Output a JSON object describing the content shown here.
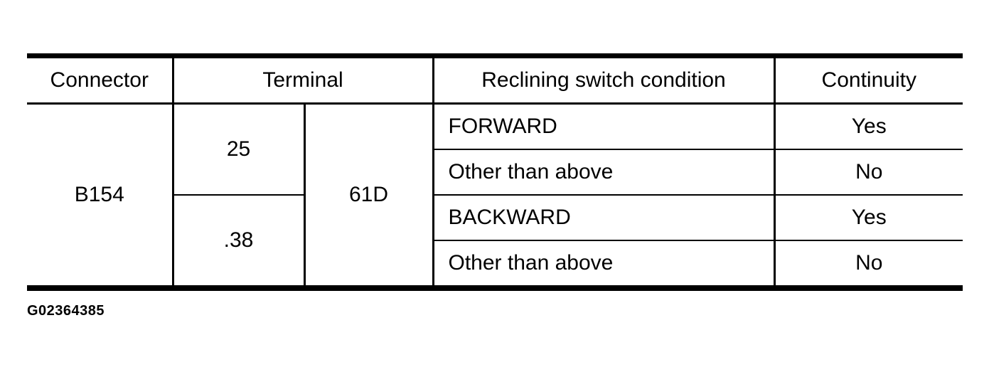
{
  "page": {
    "background": "#ffffff"
  },
  "colors": {
    "border": "#000000",
    "text": "#000000",
    "background": "#ffffff"
  },
  "table": {
    "headers": [
      "Connector",
      "Terminal",
      "Reclining switch condition",
      "Continuity"
    ],
    "connector": "B154",
    "terminal_shared": "61D",
    "terminal_groups": [
      "25",
      ".38"
    ],
    "rows": [
      {
        "condition": "FORWARD",
        "continuity": "Yes"
      },
      {
        "condition": "Other than above",
        "continuity": "No"
      },
      {
        "condition": "BACKWARD",
        "continuity": "Yes"
      },
      {
        "condition": "Other than above",
        "continuity": "No"
      }
    ]
  },
  "figure_id": "G02364385"
}
